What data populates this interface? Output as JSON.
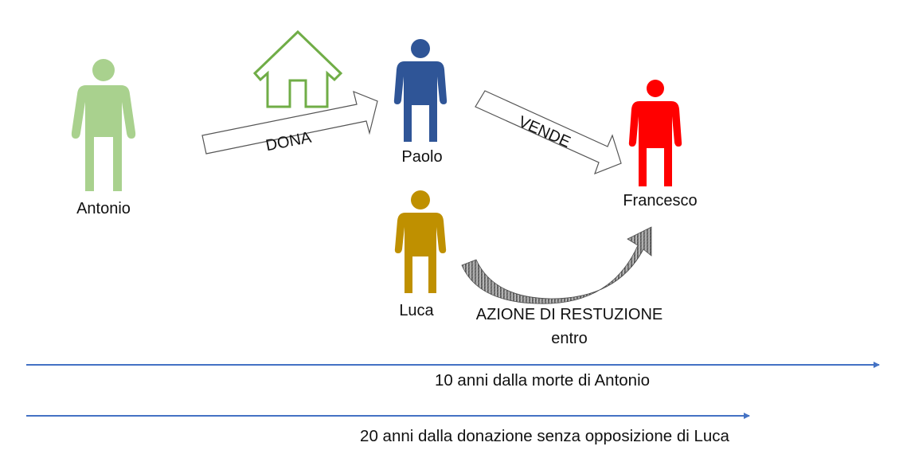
{
  "people": {
    "antonio": {
      "name": "Antonio",
      "color": "#a9d18e"
    },
    "paolo": {
      "name": "Paolo",
      "color": "#2f5597"
    },
    "luca": {
      "name": "Luca",
      "color": "#bf9000"
    },
    "francesco": {
      "name": "Francesco",
      "color": "#ff0000"
    }
  },
  "house": {
    "icon": "house-icon",
    "color": "#70ad47"
  },
  "arrows": {
    "dona": {
      "label": "DONA"
    },
    "vende": {
      "label": "VENDE"
    },
    "azione": {
      "line1": "AZIONE DI RESTUZIONE",
      "line2": "entro"
    }
  },
  "timelines": {
    "color": "#4472c4",
    "line1": "10 anni dalla morte di Antonio",
    "line2": "20 anni dalla donazione senza opposizione di Luca"
  }
}
